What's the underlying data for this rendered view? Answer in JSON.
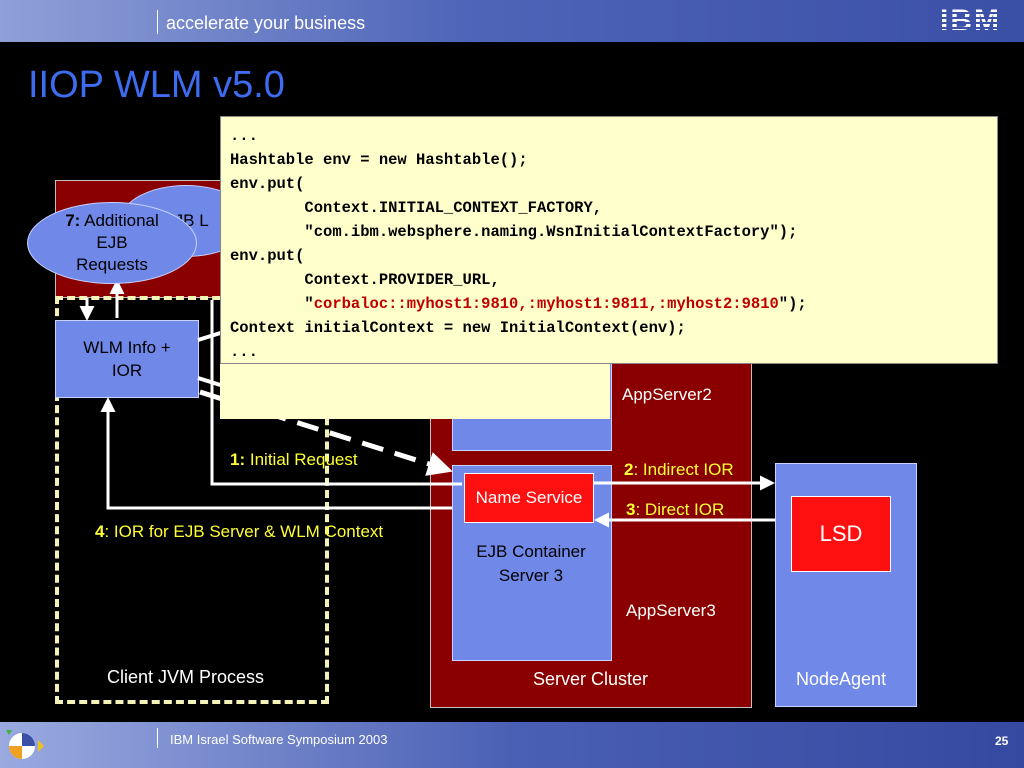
{
  "header": {
    "tagline": "accelerate your business",
    "logo_text": "IBM"
  },
  "slide": {
    "title": "IIOP WLM v5.0"
  },
  "diagram": {
    "client_jvm_label": "Client JVM Process",
    "ejb_lookup_oval": {
      "text": "EJB L"
    },
    "additional_requests": {
      "number": "7:",
      "line1": "Additional",
      "line2": "EJB",
      "line3": "Requests"
    },
    "wlm_info": {
      "line1": "WLM Info +",
      "line2": "IOR"
    },
    "server_cluster_label": "Server Cluster",
    "appserver2_label": "AppServer2",
    "appserver3_label": "AppServer3",
    "name_service_label": "Name Service",
    "ejb_container3": {
      "line1": "EJB Container",
      "line2": "Server 3"
    },
    "nodeagent_label": "NodeAgent",
    "lsd_label": "LSD",
    "steps": [
      {
        "number": "1:",
        "text": "Initial Request"
      },
      {
        "number": "2",
        "text": ": Indirect IOR"
      },
      {
        "number": "3",
        "text": ": Direct IOR"
      },
      {
        "number": "4",
        "text": ": IOR for EJB Server & WLM Context"
      }
    ]
  },
  "code": {
    "line1": "...",
    "line2": "Hashtable env = new Hashtable();",
    "line3": "env.put(",
    "line4": "        Context.INITIAL_CONTEXT_FACTORY,",
    "line5": "        \"com.ibm.websphere.naming.WsnInitialContextFactory\");",
    "line6": "env.put(",
    "line7": "        Context.PROVIDER_URL,",
    "line8_prefix": "        \"",
    "line8_url": "corbaloc::myhost1:9810,:myhost1:9811,:myhost2:9810",
    "line8_suffix": "\");",
    "line9": "Context initialContext = new InitialContext(env);",
    "line10": "..."
  },
  "footer": {
    "text": "IBM Israel Software Symposium 2003",
    "page_number": "25"
  },
  "colors": {
    "title": "#3d6cf0",
    "box_blue": "#7088e8",
    "cluster_red": "#8a0000",
    "lsd_red": "#ff1010",
    "code_bg": "#ffffcc",
    "label_yellow": "#ffff33"
  }
}
